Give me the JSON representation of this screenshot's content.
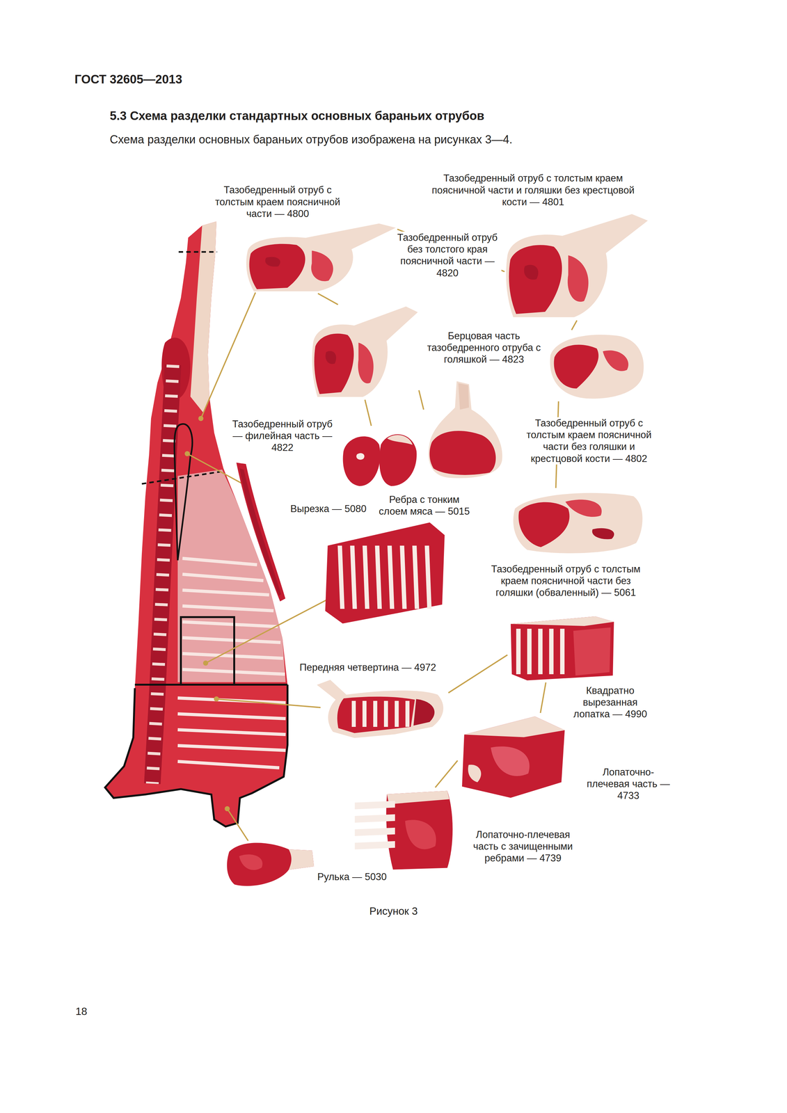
{
  "diagram": {
    "title": "5.3 Схема разделки стандартных основных бараньих отрубов",
    "caption": "Рисунок 3",
    "nodes": [
      {
        "text": [
          "Тазобедренный отруб с толстым краем поясничной части — 4800"
        ]
      },
      {
        "text": [
          "Тазобедренный отруб с толстым краем поясничной части и голяшки без крестцовой кости — 4801"
        ]
      },
      {
        "text": [
          "Тазобедренный отруб без толстого края поясничной части — 4820"
        ]
      },
      {
        "text": [
          "Берцовая часть тазобедренного отруба с голяшкой — 4823"
        ]
      },
      {
        "text": [
          "Тазобедренный отруб — филейная часть — 4822"
        ]
      },
      {
        "text": [
          "Тазобедренный отруб с толстым краем поясничной части без голяшки и крестцовой кости — 4802"
        ]
      },
      {
        "text": [
          "Вырезка — 5080"
        ]
      },
      {
        "text": [
          "Ребра с тонким слоем мяса — 5015"
        ]
      },
      {
        "text": [
          "Тазобедренный отруб с толстым краем поясничной части без голяшки (обваленный) — 5061"
        ]
      },
      {
        "text": [
          "Передняя четвертина — 4972"
        ]
      },
      {
        "text": [
          "Квадратно вырезанная лопатка — 4990"
        ]
      },
      {
        "text": [
          "Лопаточно-плечевая часть — 4733"
        ]
      },
      {
        "text": [
          "Лопаточно-плечевая часть с зачищенными ребрами — 4739"
        ]
      },
      {
        "text": [
          "Рулька — 5030"
        ]
      }
    ],
    "edges": [
      {
        "from": 0,
        "to": 1,
        "arrow": "none"
      },
      {
        "from": 0,
        "to": 2,
        "arrow": "none"
      },
      {
        "from": 2,
        "to": 4,
        "arrow": "none"
      },
      {
        "from": 2,
        "to": 3,
        "arrow": "none"
      },
      {
        "from": 1,
        "to": 5,
        "arrow": "none"
      },
      {
        "from": 5,
        "to": 8,
        "arrow": "none"
      },
      {
        "from": 9,
        "to": 10,
        "arrow": "none"
      },
      {
        "from": 10,
        "to": 11,
        "arrow": "none"
      },
      {
        "from": 11,
        "to": 12,
        "arrow": "none"
      }
    ],
    "labels": [
      "ГОСТ 32605—2013",
      "Схема разделки основных бараньих отрубов изображена на рисунках 3—4.",
      "18"
    ]
  }
}
